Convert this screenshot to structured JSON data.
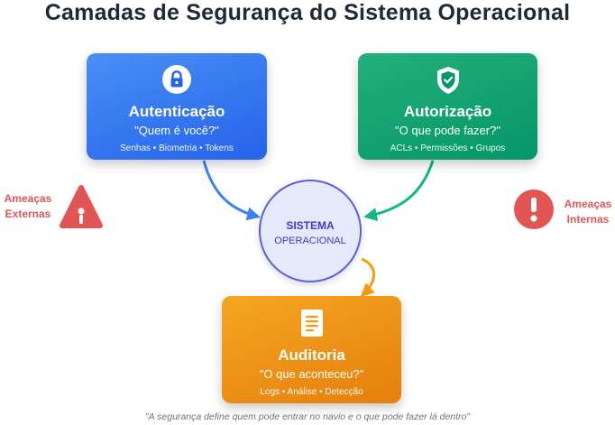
{
  "title": "Camadas de Segurança do Sistema Operacional",
  "cards": {
    "auth": {
      "icon": "lock-icon",
      "title": "Autenticação",
      "question": "\"Quem é você?\"",
      "items": "Senhas • Biometria • Tokens",
      "color": "#2563eb"
    },
    "authz": {
      "icon": "shield-check-icon",
      "title": "Autorização",
      "question": "\"O que pode fazer?\"",
      "items": "ACLs • Permissões • Grupos",
      "color": "#059669"
    },
    "audit": {
      "icon": "document-icon",
      "title": "Auditoria",
      "question": "\"O que aconteceu?\"",
      "items": "Logs • Análise • Detecção",
      "color": "#f59e0b"
    }
  },
  "center": {
    "line1": "SISTEMA",
    "line2": "OPERACIONAL",
    "color": "#4338ca"
  },
  "threats": {
    "external": {
      "line1": "Ameaças",
      "line2": "Externas",
      "icon": "warning-triangle-icon"
    },
    "internal": {
      "line1": "Ameaças",
      "line2": "Internas",
      "icon": "exclamation-circle-icon"
    },
    "color": "#e25555"
  },
  "caption": "\"A segurança define quem pode entrar no navio e o que pode fazer lá dentro\""
}
